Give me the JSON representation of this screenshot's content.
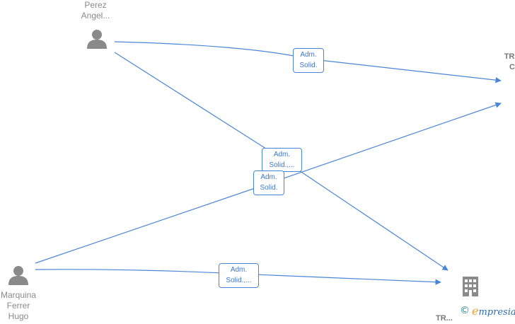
{
  "nodes": {
    "person_perez": {
      "label": "Perez\nAngel..."
    },
    "person_marquina": {
      "label": "Marquina\nFerrer\nHugo"
    },
    "company_top": {
      "label": "TRA\nC"
    },
    "company_bottom": {
      "label": "TR..."
    }
  },
  "edges": {
    "perez_to_top": {
      "label": "Adm.\nSolid."
    },
    "perez_to_bottom": {
      "label": "Adm.\nSolid.,..."
    },
    "marquina_to_top": {
      "label": "Adm.\nSolid."
    },
    "marquina_to_bottom": {
      "label": "Adm.\nSolid.,..."
    }
  },
  "colors": {
    "edge": "#4a86d6",
    "person_icon": "#8a8a8a",
    "company_icon": "#8a8a8a"
  },
  "branding": {
    "copyright_symbol": "©",
    "first_letter": "e",
    "rest": "mpresia"
  }
}
